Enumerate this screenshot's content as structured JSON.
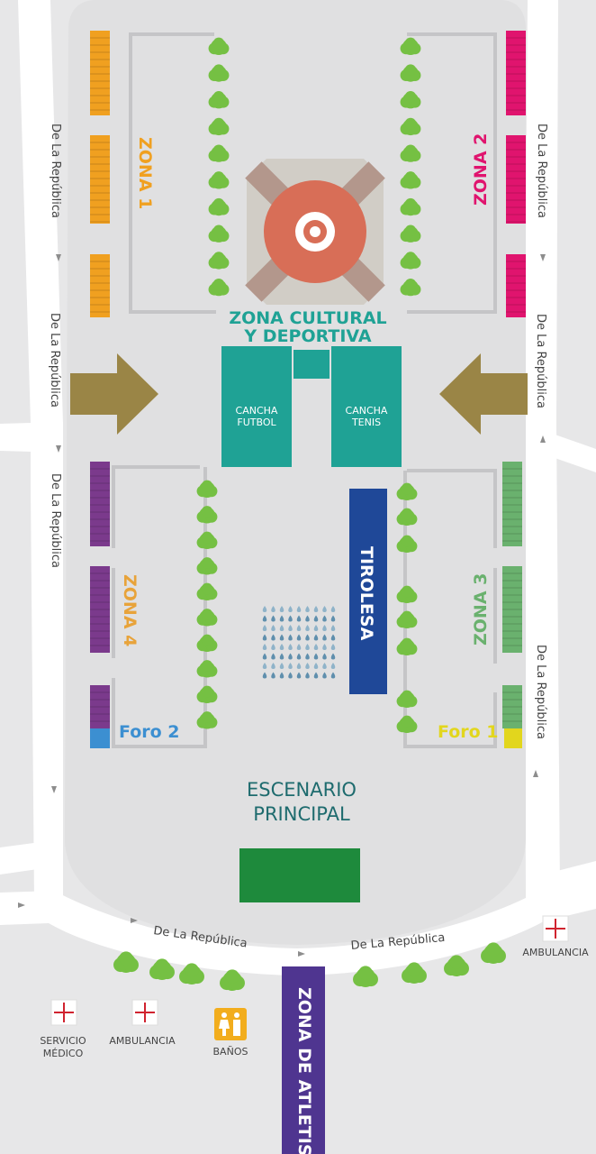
{
  "colors": {
    "background": "#e7e7e8",
    "road": "#ffffff",
    "esplanade": "#e0e0e1",
    "zona1": "#f0a020",
    "zona2": "#e0146e",
    "zona3": "#6ab16e",
    "zona4": "#7b3a8c",
    "zona4_label": "#e8a33a",
    "teal": "#1fa295",
    "teal_dark": "#157f74",
    "tirolesa": "#1f4898",
    "escenario": "#1e8a3c",
    "atletismo": "#4f3590",
    "arrow": "#9a8546",
    "foro1": "#e2d61d",
    "foro2": "#3c8fd1",
    "tree": "#75c043",
    "plaza": "#d1cdc6",
    "plaza_center": "#d86e57",
    "plaza_arms": "#b3978c",
    "water": "#5f8fad",
    "banos": "#f2ad1d",
    "cross": "#d0232f"
  },
  "roads": {
    "left_top": "De La República",
    "left_mid": "De La República",
    "left_low": "De La República",
    "right_top": "De La República",
    "right_mid": "De La República",
    "right_low": "De La República",
    "bottom_left": "De La República",
    "bottom_right": "De La República"
  },
  "zones": {
    "zona1": "ZONA 1",
    "zona2": "ZONA 2",
    "zona3": "ZONA 3",
    "zona4": "ZONA 4"
  },
  "cultural": {
    "line1": "ZONA CULTURAL",
    "line2": "Y DEPORTIVA",
    "cancha_futbol_1": "CANCHA",
    "cancha_futbol_2": "FUTBOL",
    "cancha_tenis_1": "CANCHA",
    "cancha_tenis_2": "TENIS"
  },
  "tirolesa": "TIROLESA",
  "foro1": "Foro 1",
  "foro2": "Foro 2",
  "escenario": {
    "line1": "ESCENARIO",
    "line2": "PRINCIPAL"
  },
  "atletismo": "ZONA DE ATLETISMO",
  "legend": {
    "servicio_1": "SERVICIO",
    "servicio_2": "MÉDICO",
    "ambulancia_left": "AMBULANCIA",
    "banos": "BAÑOS",
    "ambulancia_right": "AMBULANCIA"
  },
  "icons": {
    "direction_arrow": "small-arrow-icon",
    "tree": "tree-icon",
    "cross": "medical-cross-icon",
    "restroom": "restroom-icon",
    "entrance": "entrance-arrow-icon",
    "water": "water-drop-icon",
    "target": "target-icon"
  }
}
